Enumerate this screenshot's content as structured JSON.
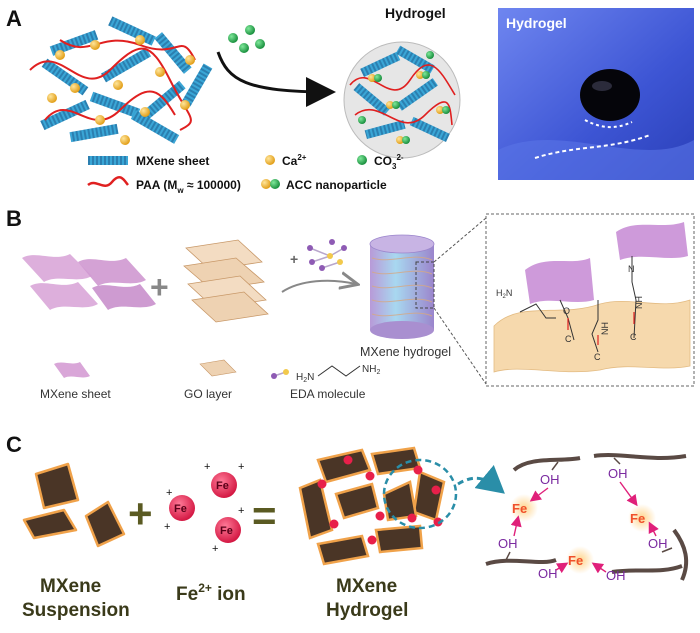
{
  "panels": {
    "A": {
      "letter": "A",
      "hydrogel_title": "Hydrogel",
      "photo_title": "Hydrogel",
      "legend": {
        "mxene": "MXene sheet",
        "ca": "Ca",
        "ca_sup": "2+",
        "co3": "CO",
        "co3_sub": "3",
        "co3_sup": "2-",
        "paa": "PAA (M",
        "paa_sub": "w",
        "paa_rest": " ≈ 100000)",
        "acc": "ACC nanoparticle"
      }
    },
    "B": {
      "letter": "B",
      "plus": "+",
      "hydrogel_label": "MXene hydrogel",
      "legend": {
        "mxene": "MXene sheet",
        "go": "GO layer",
        "eda": "EDA molecule"
      },
      "eda_h2n": "H",
      "eda_h2n_sub": "2",
      "eda_n": "N",
      "eda_nh2": "NH",
      "eda_nh2_sub": "2",
      "inset": {
        "h2n": "H",
        "h2n_sub": "2",
        "n": "N",
        "nh": "NH",
        "c": "C",
        "o": "O",
        "nh_right": "NH"
      }
    },
    "C": {
      "letter": "C",
      "mxene_suspension_1": "MXene",
      "mxene_suspension_2": "Suspension",
      "fe_ion": "Fe",
      "fe_ion_sup": "2+",
      "fe_ion_rest": " ion",
      "mxene_hydrogel_1": "MXene",
      "mxene_hydrogel_2": "Hydrogel",
      "fe": "Fe",
      "oh": "OH",
      "plus": "+",
      "equals": "="
    }
  },
  "colors": {
    "mxene_blue": "#3aa6d6",
    "paa_red": "#e02020",
    "ca_yellow": "#f2b01e",
    "co3_green": "#1fa84a",
    "photo_blue": "#4a63dc",
    "mxene_pink": "#d9a6d8",
    "go_tan": "#d8ae84",
    "eda_purple": "#8e5bb4",
    "fe_red": "#e8204a",
    "oh_purple": "#7a2aa0",
    "fe_orange": "#f0502a",
    "dashed_teal": "#2a8ea8",
    "flake_brown": "#4a3526",
    "text_dark": "#3a3a1a"
  }
}
